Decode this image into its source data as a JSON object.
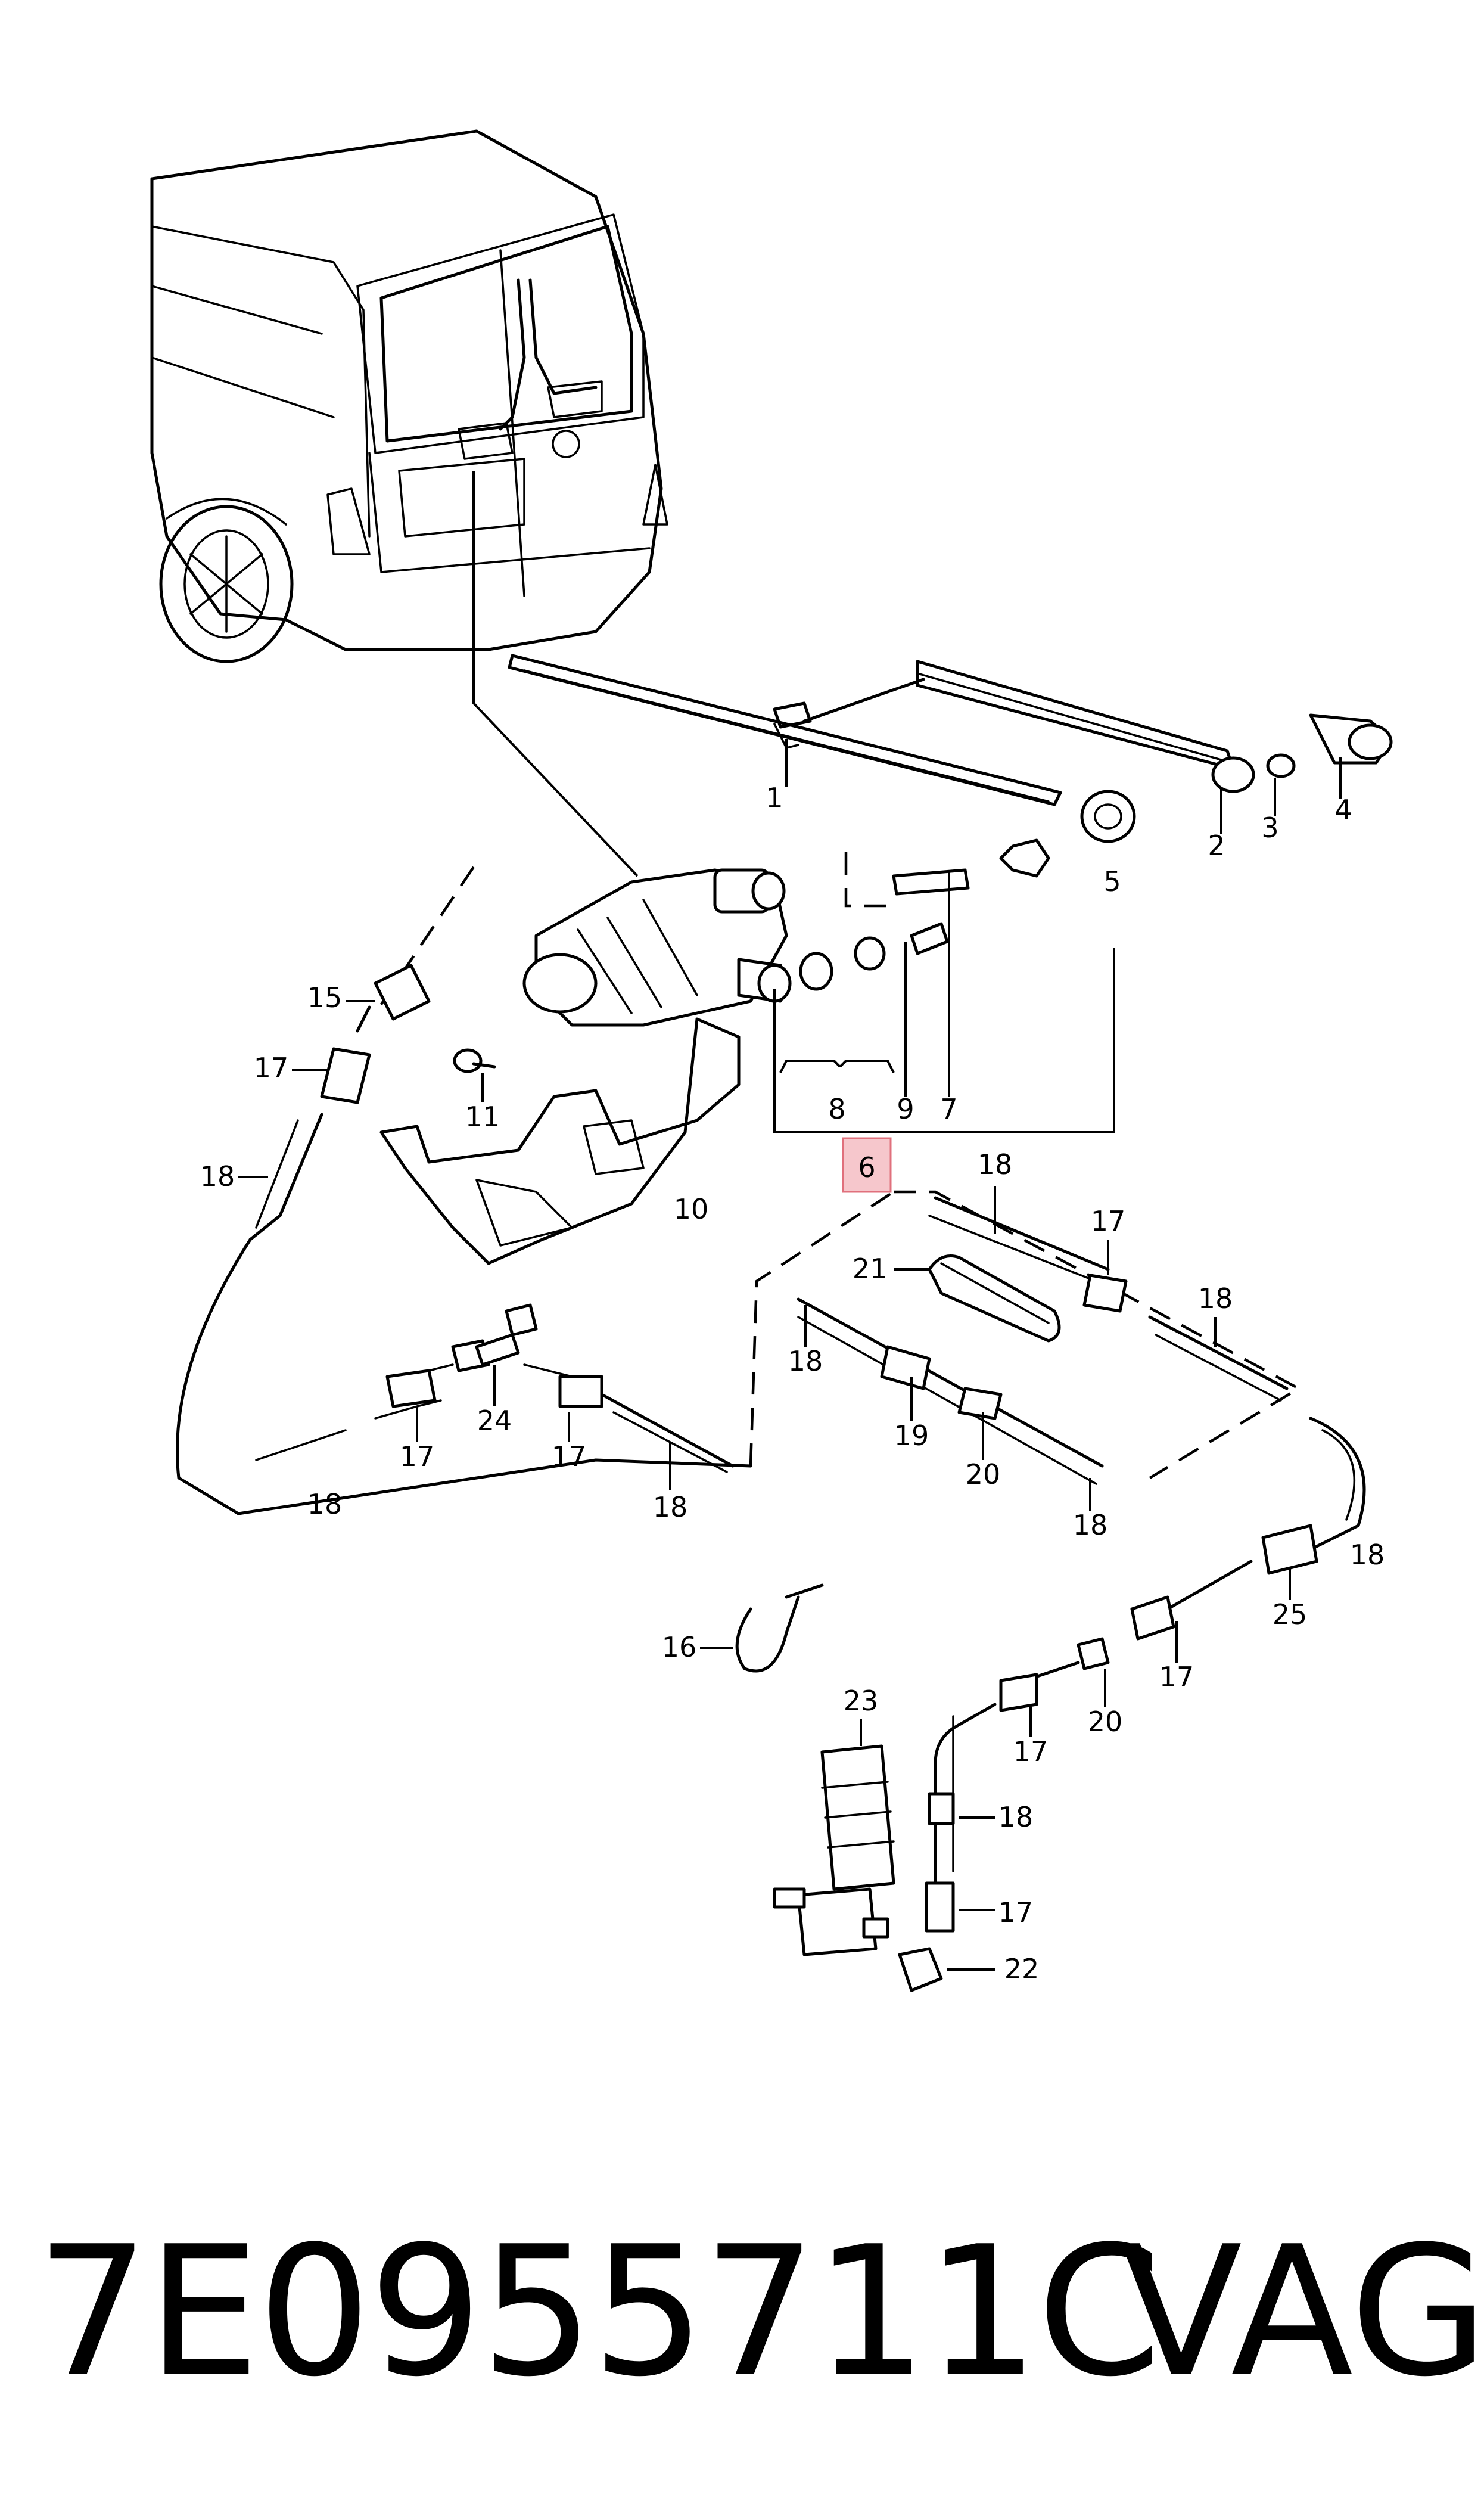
{
  "callouts": {
    "c1": "1",
    "c2": "2",
    "c3": "3",
    "c4": "4",
    "c5": "5",
    "c6": "6",
    "c7": "7",
    "c8": "8",
    "c9": "9",
    "c10": "10",
    "c11": "11",
    "c15": "15",
    "c16": "16",
    "c17": "17",
    "c18": "18",
    "c19": "19",
    "c20": "20",
    "c21": "21",
    "c22": "22",
    "c23": "23",
    "c24": "24",
    "c25": "25"
  },
  "highlight_color": "#f6c7cc",
  "footer": {
    "part_number": "7E0955711C",
    "brand": "VAG"
  }
}
